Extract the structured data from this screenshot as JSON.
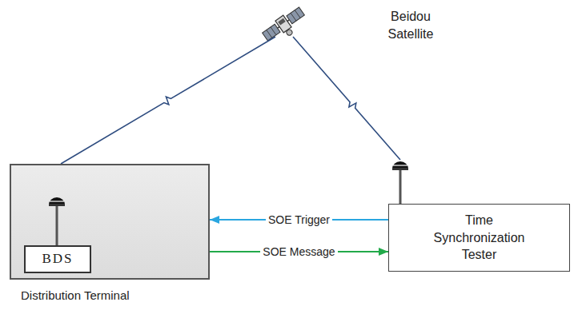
{
  "diagram": {
    "nodes": [
      {
        "text": [
          "Distribution Terminal"
        ]
      },
      {
        "text": [
          "BDS"
        ],
        "in": 0
      },
      {
        "text": [
          "Time Synchronization Tester"
        ]
      }
    ],
    "edges": [
      {
        "from": 2,
        "to": 0,
        "label": "SOE Trigger",
        "arrow": "to"
      },
      {
        "from": 0,
        "to": 2,
        "label": "SOE Message",
        "arrow": "to"
      }
    ],
    "labels": [
      "Beidou Satellite"
    ]
  }
}
